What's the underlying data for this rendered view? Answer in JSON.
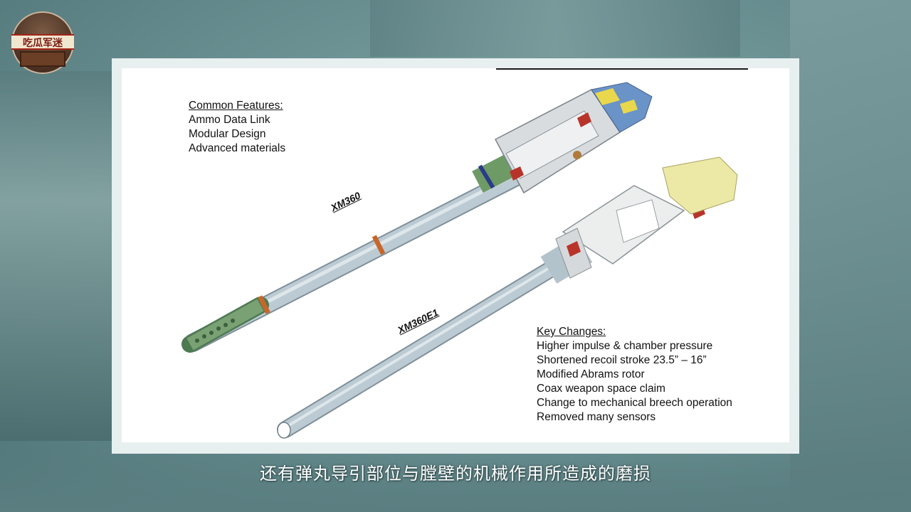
{
  "logo": {
    "text": "吃瓜军迷"
  },
  "slide": {
    "common_features": {
      "heading": "Common Features:",
      "items": [
        "Ammo Data Link",
        "Modular Design",
        "Advanced materials"
      ]
    },
    "gun_labels": {
      "upper": "XM360",
      "lower": "XM360E1"
    },
    "key_changes": {
      "heading": "Key Changes:",
      "items": [
        "Higher impulse & chamber pressure",
        "Shortened recoil stroke 23.5” – 16”",
        "Modified Abrams rotor",
        "Coax weapon space claim",
        "Change to mechanical breech operation",
        "Removed many sensors"
      ]
    }
  },
  "subtitle": "还有弹丸导引部位与膛壁的机械作用所造成的磨损",
  "colors": {
    "barrel": "#b9c8d1",
    "muzzle_green": "#6f9a6c",
    "band_orange": "#c8662a",
    "breech_blue": "#6a93c8",
    "breech_yellow": "#e9e6a0",
    "breech_red": "#b8342b"
  }
}
